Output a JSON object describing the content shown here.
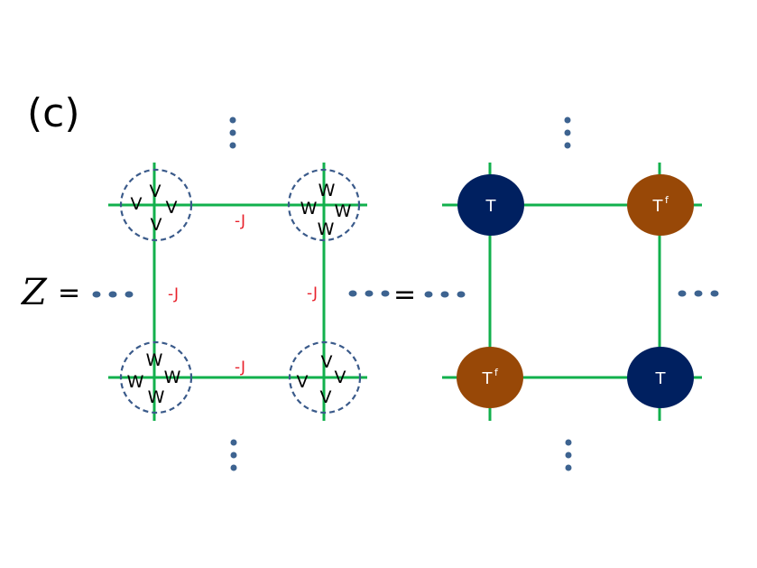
{
  "panel_label": "(c)",
  "equation": {
    "z_symbol": "Z",
    "equals": "="
  },
  "coupling_label": "-J",
  "left_lattice": {
    "top_left": {
      "top": "V",
      "left": "V",
      "right": "V",
      "bottom": "V"
    },
    "top_right": {
      "top": "W",
      "left": "W",
      "right": "W",
      "bottom": "W"
    },
    "bottom_left": {
      "top": "W",
      "left": "W",
      "right": "W",
      "bottom": "W"
    },
    "bottom_right": {
      "top": "V",
      "left": "V",
      "right": "V",
      "bottom": "V"
    }
  },
  "right_lattice": {
    "tensor_label": "T",
    "tensor_sup": "f",
    "colors": {
      "tensor_T": "#002060",
      "tensor_Tf": "#984807"
    }
  },
  "colors": {
    "bond": "#12b04c",
    "dots": "#3d6390",
    "dashed_circle": "#3a5a8a",
    "coupling": "#e8202a"
  }
}
